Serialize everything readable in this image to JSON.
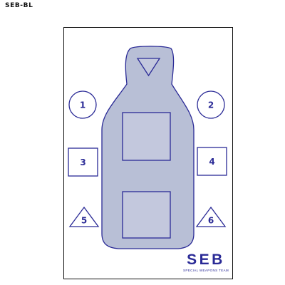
{
  "title": "SEB-BL",
  "target": {
    "brand": "SEB",
    "tagline": "SPECIAL WEAPONS TEAM",
    "colors": {
      "line": "#2a2a96",
      "silhouette_fill": "#b8bfd6",
      "box_fill": "#c3c8dd",
      "border": "#111111"
    },
    "numbered_targets": [
      {
        "label": "1",
        "shape": "circle"
      },
      {
        "label": "2",
        "shape": "circle"
      },
      {
        "label": "3",
        "shape": "square"
      },
      {
        "label": "4",
        "shape": "square"
      },
      {
        "label": "5",
        "shape": "triangle"
      },
      {
        "label": "6",
        "shape": "triangle"
      }
    ],
    "silhouette_marks": [
      "inverted-triangle",
      "upper-square",
      "lower-square"
    ]
  }
}
